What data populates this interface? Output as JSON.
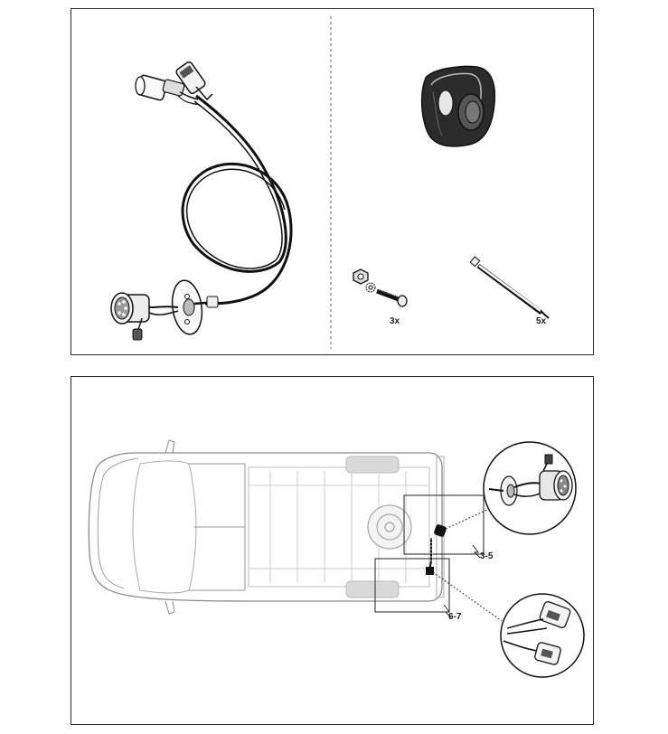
{
  "parts": {
    "bolt_quantity": "3x",
    "cable_tie_quantity": "5x"
  },
  "installation": {
    "step_socket": "3-5",
    "step_connector": "6-7"
  },
  "icons": [
    "wiring-harness-icon",
    "socket-cover-icon",
    "bolt-nut-washer-icon",
    "cable-tie-icon",
    "van-top-view-icon",
    "socket-detail-icon",
    "connector-detail-icon"
  ]
}
